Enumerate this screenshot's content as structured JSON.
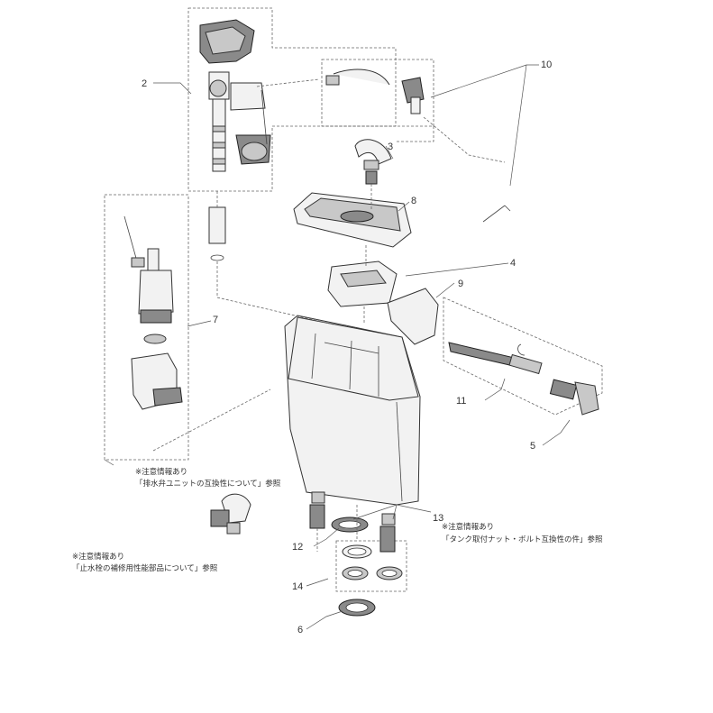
{
  "callouts": {
    "n2": "2",
    "n3": "3",
    "n4": "4",
    "n5": "5",
    "n6": "6",
    "n7": "7",
    "n8": "8",
    "n9": "9",
    "n10": "10",
    "n11": "11",
    "n12": "12",
    "n13": "13",
    "n14": "14"
  },
  "notes": {
    "drain_valve_line1": "※注意情報あり",
    "drain_valve_line2": "「排水弁ユニットの互換性について」参照",
    "tank_nut_line1": "※注意情報あり",
    "tank_nut_line2": "「タンク取付ナット・ボルト互換性の件」参照",
    "stop_valve_line1": "※注意情報あり",
    "stop_valve_line2": "「止水栓の補修用性能部品について」参照"
  }
}
